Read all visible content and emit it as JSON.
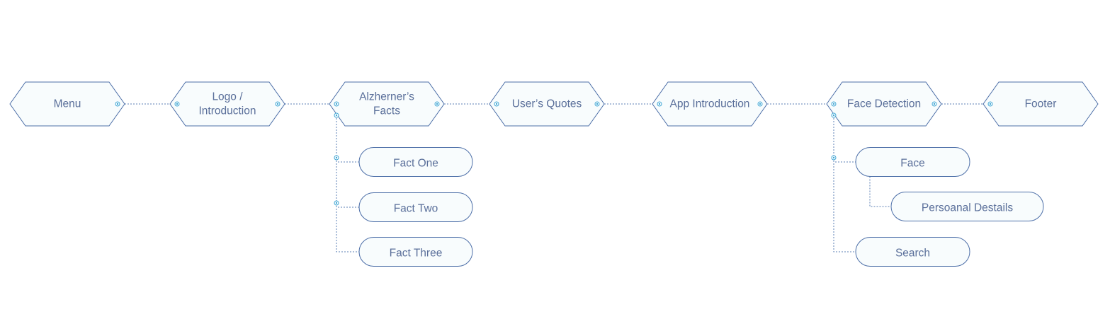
{
  "colors": {
    "stroke": "#4d6fa8",
    "fill": "#f8fcfd",
    "text": "#5a6f9a",
    "connector": "#5b7fb5",
    "port": "#3fa6d4"
  },
  "nodes": [
    {
      "id": "menu",
      "shape": "hexagon",
      "lines": [
        "Menu"
      ]
    },
    {
      "id": "logo-introduction",
      "shape": "hexagon",
      "lines": [
        "Logo /",
        "Introduction"
      ]
    },
    {
      "id": "alzheimers-facts",
      "shape": "hexagon",
      "lines": [
        "Alzherner’s",
        "Facts"
      ]
    },
    {
      "id": "users-quotes",
      "shape": "hexagon",
      "lines": [
        "User’s Quotes"
      ]
    },
    {
      "id": "app-introduction",
      "shape": "hexagon",
      "lines": [
        "App Introduction"
      ]
    },
    {
      "id": "face-detection",
      "shape": "hexagon",
      "lines": [
        "Face Detection"
      ]
    },
    {
      "id": "footer",
      "shape": "hexagon",
      "lines": [
        "Footer"
      ]
    },
    {
      "id": "fact-one",
      "shape": "pill",
      "lines": [
        "Fact One"
      ]
    },
    {
      "id": "fact-two",
      "shape": "pill",
      "lines": [
        "Fact Two"
      ]
    },
    {
      "id": "fact-three",
      "shape": "pill",
      "lines": [
        "Fact Three"
      ]
    },
    {
      "id": "face",
      "shape": "pill",
      "lines": [
        "Face"
      ]
    },
    {
      "id": "personal-details",
      "shape": "pill",
      "lines": [
        "Persoanal Destails"
      ]
    },
    {
      "id": "search",
      "shape": "pill",
      "lines": [
        "Search"
      ]
    }
  ],
  "edges": [
    {
      "from": "menu",
      "to": "logo-introduction",
      "kind": "sibling"
    },
    {
      "from": "logo-introduction",
      "to": "alzheimers-facts",
      "kind": "sibling"
    },
    {
      "from": "alzheimers-facts",
      "to": "users-quotes",
      "kind": "sibling"
    },
    {
      "from": "users-quotes",
      "to": "app-introduction",
      "kind": "sibling"
    },
    {
      "from": "app-introduction",
      "to": "face-detection",
      "kind": "sibling"
    },
    {
      "from": "face-detection",
      "to": "footer",
      "kind": "sibling"
    },
    {
      "from": "alzheimers-facts",
      "to": "fact-one",
      "kind": "child"
    },
    {
      "from": "alzheimers-facts",
      "to": "fact-two",
      "kind": "child"
    },
    {
      "from": "alzheimers-facts",
      "to": "fact-three",
      "kind": "child"
    },
    {
      "from": "face-detection",
      "to": "face",
      "kind": "child"
    },
    {
      "from": "face",
      "to": "personal-details",
      "kind": "child"
    },
    {
      "from": "face-detection",
      "to": "search",
      "kind": "child"
    }
  ]
}
